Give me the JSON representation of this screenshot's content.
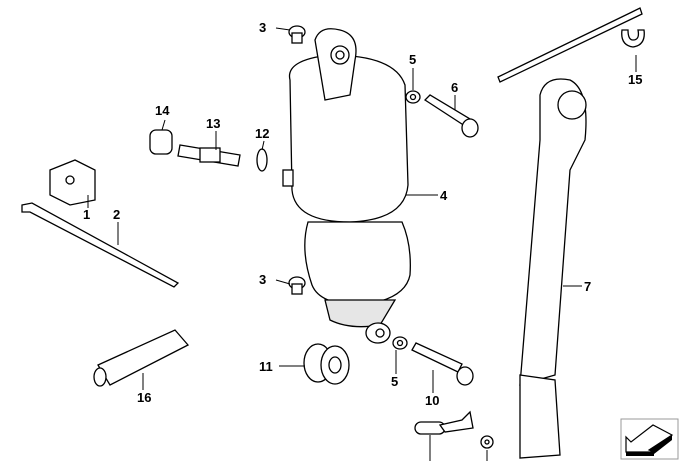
{
  "diagram": {
    "callouts": [
      {
        "id": "c3a",
        "label": "3"
      },
      {
        "id": "c5a",
        "label": "5"
      },
      {
        "id": "c6",
        "label": "6"
      },
      {
        "id": "c14",
        "label": "14"
      },
      {
        "id": "c13",
        "label": "13"
      },
      {
        "id": "c12",
        "label": "12"
      },
      {
        "id": "c1",
        "label": "1"
      },
      {
        "id": "c2",
        "label": "2"
      },
      {
        "id": "c4",
        "label": "4"
      },
      {
        "id": "c15",
        "label": "15"
      },
      {
        "id": "c7",
        "label": "7"
      },
      {
        "id": "c3b",
        "label": "3"
      },
      {
        "id": "c11",
        "label": "11"
      },
      {
        "id": "c5b",
        "label": "5"
      },
      {
        "id": "c10",
        "label": "10"
      },
      {
        "id": "c16",
        "label": "16"
      }
    ]
  },
  "icons": {
    "nav_arrow": "arrow-down-left-icon"
  }
}
